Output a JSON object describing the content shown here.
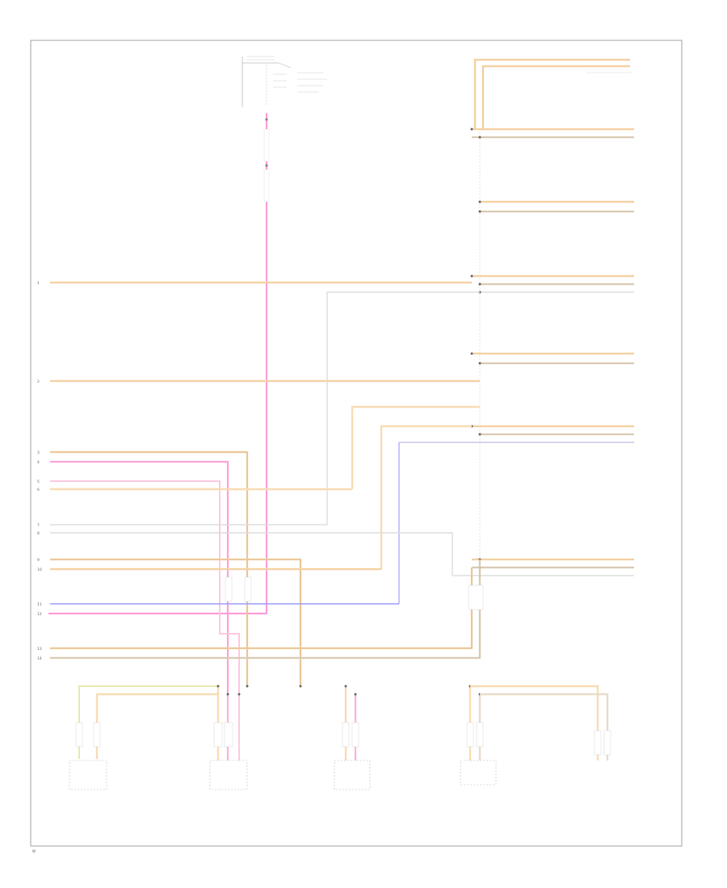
{
  "footer": {
    "ref": "W"
  },
  "top_switch": {
    "label": ""
  },
  "modules_right": [
    {
      "name": ""
    },
    {
      "name": ""
    },
    {
      "name": ""
    },
    {
      "name": ""
    },
    {
      "name": ""
    },
    {
      "name": ""
    },
    {
      "name": ""
    }
  ],
  "bottom_components": [
    {
      "name": ""
    },
    {
      "name": ""
    },
    {
      "name": ""
    },
    {
      "name": ""
    },
    {
      "name": ""
    }
  ],
  "left_pins": [
    "1",
    "2",
    "3",
    "4",
    "5",
    "6",
    "7",
    "8",
    "9",
    "10",
    "11",
    "12",
    "13",
    "14"
  ],
  "colors": {
    "orange": "#f4c890",
    "pink": "#ff78c8",
    "brown": "#c8a878",
    "tan": "#e8c098",
    "gray": "#c8c8c8",
    "blue": "#8c8cff",
    "frame": "#a0a0a0"
  }
}
